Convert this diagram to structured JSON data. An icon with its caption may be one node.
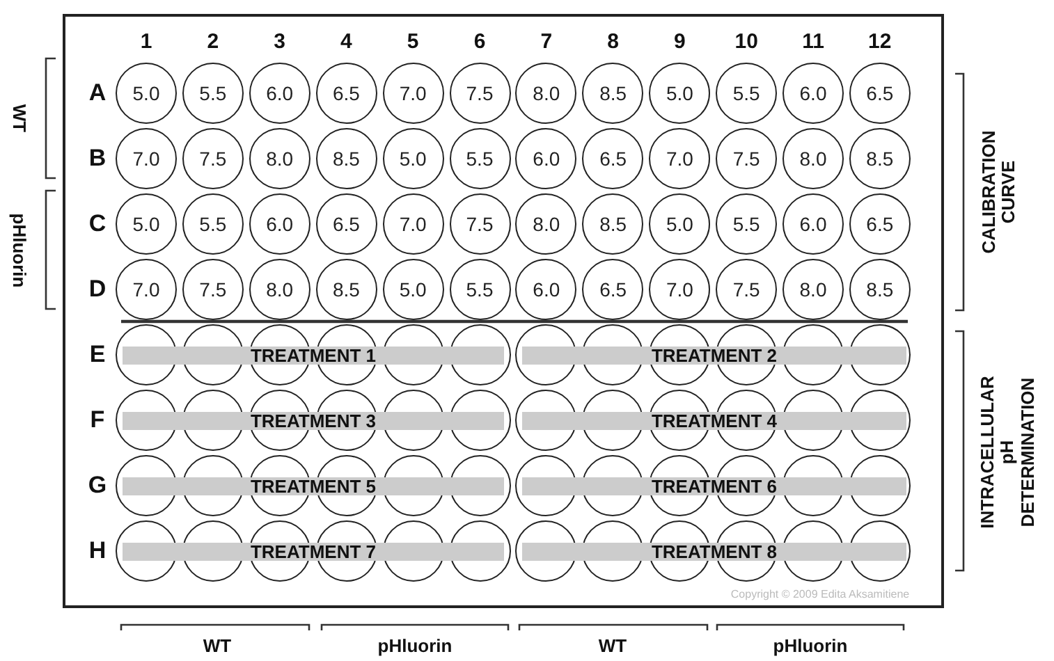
{
  "diagram": {
    "nodes": [
      {
        "text": [],
        "shape": "box"
      },
      {
        "text": [
          "5.0"
        ],
        "in": 0
      },
      {
        "text": [
          "5.5"
        ],
        "in": 0
      },
      {
        "text": [
          "6.0"
        ],
        "in": 0
      },
      {
        "text": [
          "6.5"
        ],
        "in": 0
      },
      {
        "text": [
          "7.0"
        ],
        "in": 0
      },
      {
        "text": [
          "7.5"
        ],
        "in": 0
      },
      {
        "text": [
          "8.0"
        ],
        "in": 0
      },
      {
        "text": [
          "8.5"
        ],
        "in": 0
      },
      {
        "text": [
          "5.0"
        ],
        "in": 0
      },
      {
        "text": [
          "5.5"
        ],
        "in": 0
      },
      {
        "text": [
          "6.0"
        ],
        "in": 0
      },
      {
        "text": [
          "6.5"
        ],
        "in": 0
      },
      {
        "text": [
          "7.0"
        ],
        "in": 0
      },
      {
        "text": [
          "7.5"
        ],
        "in": 0
      },
      {
        "text": [
          "8.0"
        ],
        "in": 0
      },
      {
        "text": [
          "8.5"
        ],
        "in": 0
      },
      {
        "text": [
          "5.0"
        ],
        "in": 0
      },
      {
        "text": [
          "5.5"
        ],
        "in": 0
      },
      {
        "text": [
          "6.0"
        ],
        "in": 0
      },
      {
        "text": [
          "6.5"
        ],
        "in": 0
      },
      {
        "text": [
          "7.0"
        ],
        "in": 0
      },
      {
        "text": [
          "7.5"
        ],
        "in": 0
      },
      {
        "text": [
          "8.0"
        ],
        "in": 0
      },
      {
        "text": [
          "8.5"
        ],
        "in": 0
      },
      {
        "text": [
          "5.0"
        ],
        "in": 0
      },
      {
        "text": [
          "5.5"
        ],
        "in": 0
      },
      {
        "text": [
          "6.0"
        ],
        "in": 0
      },
      {
        "text": [
          "6.5"
        ],
        "in": 0
      },
      {
        "text": [
          "7.0"
        ],
        "in": 0
      },
      {
        "text": [
          "7.5"
        ],
        "in": 0
      },
      {
        "text": [
          "8.0"
        ],
        "in": 0
      },
      {
        "text": [
          "8.5"
        ],
        "in": 0
      },
      {
        "text": [
          "5.0"
        ],
        "in": 0
      },
      {
        "text": [
          "5.5"
        ],
        "in": 0
      },
      {
        "text": [
          "6.0"
        ],
        "in": 0
      },
      {
        "text": [
          "6.5"
        ],
        "in": 0
      },
      {
        "text": [
          "7.0"
        ],
        "in": 0
      },
      {
        "text": [
          "7.5"
        ],
        "in": 0
      },
      {
        "text": [
          "8.0"
        ],
        "in": 0
      },
      {
        "text": [
          "8.5"
        ],
        "in": 0
      },
      {
        "text": [
          "5.0"
        ],
        "in": 0
      },
      {
        "text": [
          "5.5"
        ],
        "in": 0
      },
      {
        "text": [
          "6.0"
        ],
        "in": 0
      },
      {
        "text": [
          "6.5"
        ],
        "in": 0
      },
      {
        "text": [
          "7.0"
        ],
        "in": 0
      },
      {
        "text": [
          "7.5"
        ],
        "in": 0
      },
      {
        "text": [
          "8.0"
        ],
        "in": 0
      },
      {
        "text": [
          "8.5"
        ],
        "in": 0
      },
      {
        "text": [],
        "shape": "circle",
        "in": 0
      },
      {
        "text": [],
        "shape": "circle",
        "in": 0
      },
      {
        "text": [],
        "shape": "circle",
        "in": 0
      },
      {
        "text": [],
        "shape": "circle",
        "in": 0
      },
      {
        "text": [],
        "shape": "circle",
        "in": 0
      },
      {
        "text": [],
        "shape": "circle",
        "in": 0
      },
      {
        "text": [],
        "shape": "circle",
        "in": 0
      },
      {
        "text": [],
        "shape": "circle",
        "in": 0
      },
      {
        "text": [],
        "shape": "circle",
        "in": 0
      },
      {
        "text": [],
        "shape": "circle",
        "in": 0
      },
      {
        "text": [],
        "shape": "circle",
        "in": 0
      },
      {
        "text": [],
        "shape": "circle",
        "in": 0
      },
      {
        "text": [
          "TREATMENT 1"
        ],
        "in": 0
      },
      {
        "text": [
          "TREATMENT 2"
        ],
        "in": 0
      },
      {
        "text": [],
        "shape": "circle",
        "in": 0
      },
      {
        "text": [],
        "shape": "circle",
        "in": 0
      },
      {
        "text": [],
        "shape": "circle",
        "in": 0
      },
      {
        "text": [],
        "shape": "circle",
        "in": 0
      },
      {
        "text": [],
        "shape": "circle",
        "in": 0
      },
      {
        "text": [],
        "shape": "circle",
        "in": 0
      },
      {
        "text": [],
        "shape": "circle",
        "in": 0
      },
      {
        "text": [],
        "shape": "circle",
        "in": 0
      },
      {
        "text": [],
        "shape": "circle",
        "in": 0
      },
      {
        "text": [],
        "shape": "circle",
        "in": 0
      },
      {
        "text": [],
        "shape": "circle",
        "in": 0
      },
      {
        "text": [],
        "shape": "circle",
        "in": 0
      },
      {
        "text": [
          "TREATMENT 3"
        ],
        "in": 0
      },
      {
        "text": [
          "TREATMENT 4"
        ],
        "in": 0
      },
      {
        "text": [],
        "shape": "circle",
        "in": 0
      },
      {
        "text": [],
        "shape": "circle",
        "in": 0
      },
      {
        "text": [],
        "shape": "circle",
        "in": 0
      },
      {
        "text": [],
        "shape": "circle",
        "in": 0
      },
      {
        "text": [],
        "shape": "circle",
        "in": 0
      },
      {
        "text": [],
        "shape": "circle",
        "in": 0
      },
      {
        "text": [],
        "shape": "circle",
        "in": 0
      },
      {
        "text": [],
        "shape": "circle",
        "in": 0
      },
      {
        "text": [],
        "shape": "circle",
        "in": 0
      },
      {
        "text": [],
        "shape": "circle",
        "in": 0
      },
      {
        "text": [],
        "shape": "circle",
        "in": 0
      },
      {
        "text": [],
        "shape": "circle",
        "in": 0
      },
      {
        "text": [
          "TREATMENT 5"
        ],
        "in": 0
      },
      {
        "text": [
          "TREATMENT 6"
        ],
        "in": 0
      },
      {
        "text": [],
        "shape": "circle",
        "in": 0
      },
      {
        "text": [],
        "shape": "circle",
        "in": 0
      },
      {
        "text": [],
        "shape": "circle",
        "in": 0
      },
      {
        "text": [],
        "shape": "circle",
        "in": 0
      },
      {
        "text": [],
        "shape": "circle",
        "in": 0
      },
      {
        "text": [],
        "shape": "circle",
        "in": 0
      },
      {
        "text": [],
        "shape": "circle",
        "in": 0
      },
      {
        "text": [],
        "shape": "circle",
        "in": 0
      },
      {
        "text": [],
        "shape": "circle",
        "in": 0
      },
      {
        "text": [],
        "shape": "circle",
        "in": 0
      },
      {
        "text": [],
        "shape": "circle",
        "in": 0
      },
      {
        "text": [],
        "shape": "circle",
        "in": 0
      },
      {
        "text": [
          "TREATMENT 7"
        ],
        "in": 0
      },
      {
        "text": [
          "TREATMENT 8"
        ],
        "in": 0
      }
    ],
    "labels": [
      "1",
      "2",
      "3",
      "4",
      "5",
      "6",
      "7",
      "8",
      "9",
      "10",
      "11",
      "12",
      "WT",
      "pHluorin",
      "CALIBRATION CURVE",
      "A",
      "B",
      "C",
      "D",
      "E",
      "F",
      "G",
      "H",
      "INTRACELLULAR pH DETERMINATION",
      "Copyright © 2009 Edita Aksamitiene",
      "WT",
      "pHluorin",
      "WT",
      "pHluorin"
    ]
  }
}
